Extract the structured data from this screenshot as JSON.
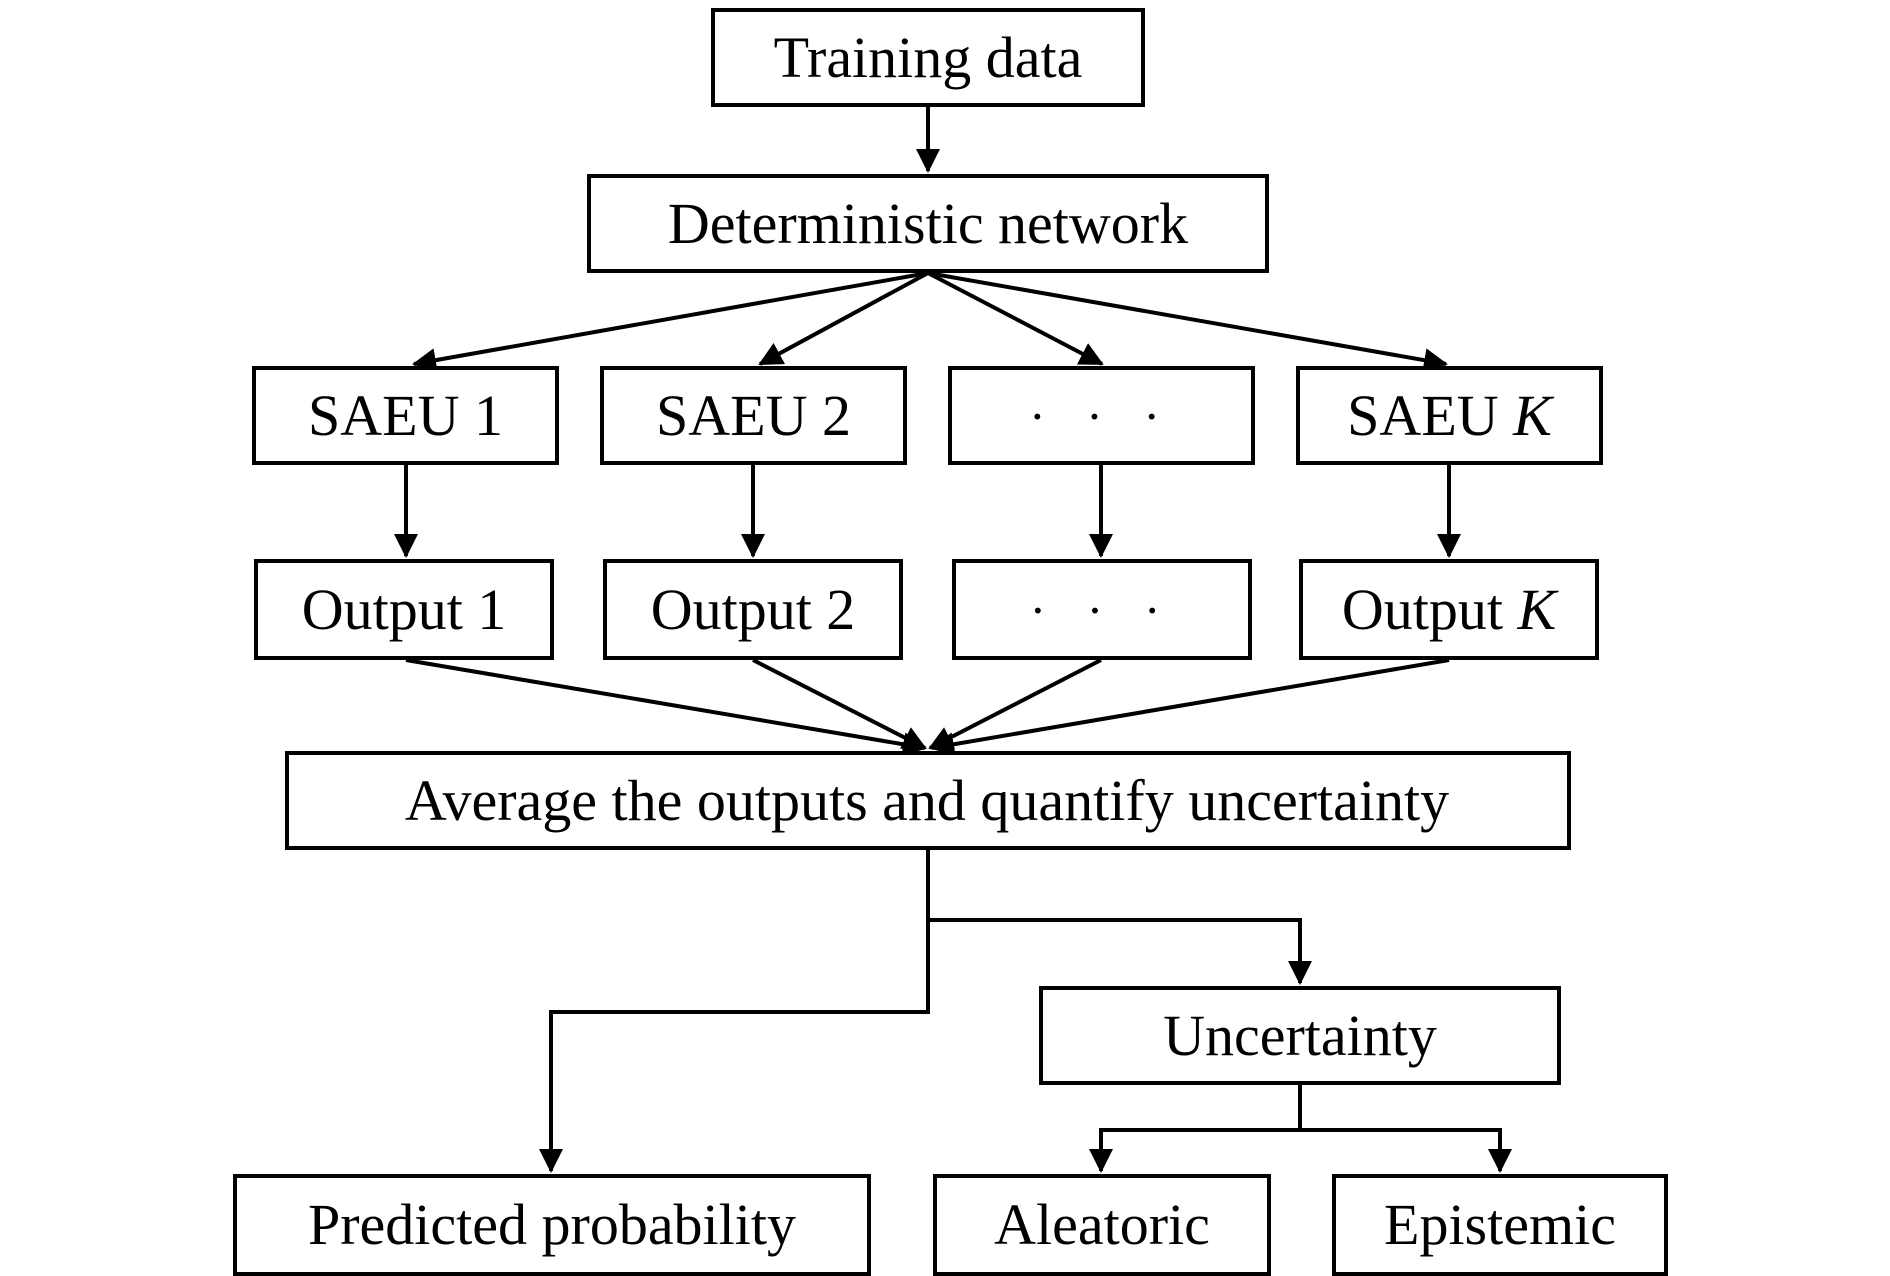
{
  "diagram": {
    "training_data": "Training data",
    "deterministic_network": "Deterministic network",
    "saeu_1": "SAEU 1",
    "saeu_2": "SAEU 2",
    "saeu_ellipsis": "· · ·",
    "saeu_k_prefix": "SAEU",
    "saeu_k_var": "K",
    "output_1": "Output 1",
    "output_2": "Output 2",
    "output_ellipsis": "· · ·",
    "output_k_prefix": "Output",
    "output_k_var": "K",
    "average": "Average the outputs and quantify uncertainty",
    "uncertainty": "Uncertainty",
    "predicted_probability": "Predicted probability",
    "aleatoric": "Aleatoric",
    "epistemic": "Epistemic"
  }
}
